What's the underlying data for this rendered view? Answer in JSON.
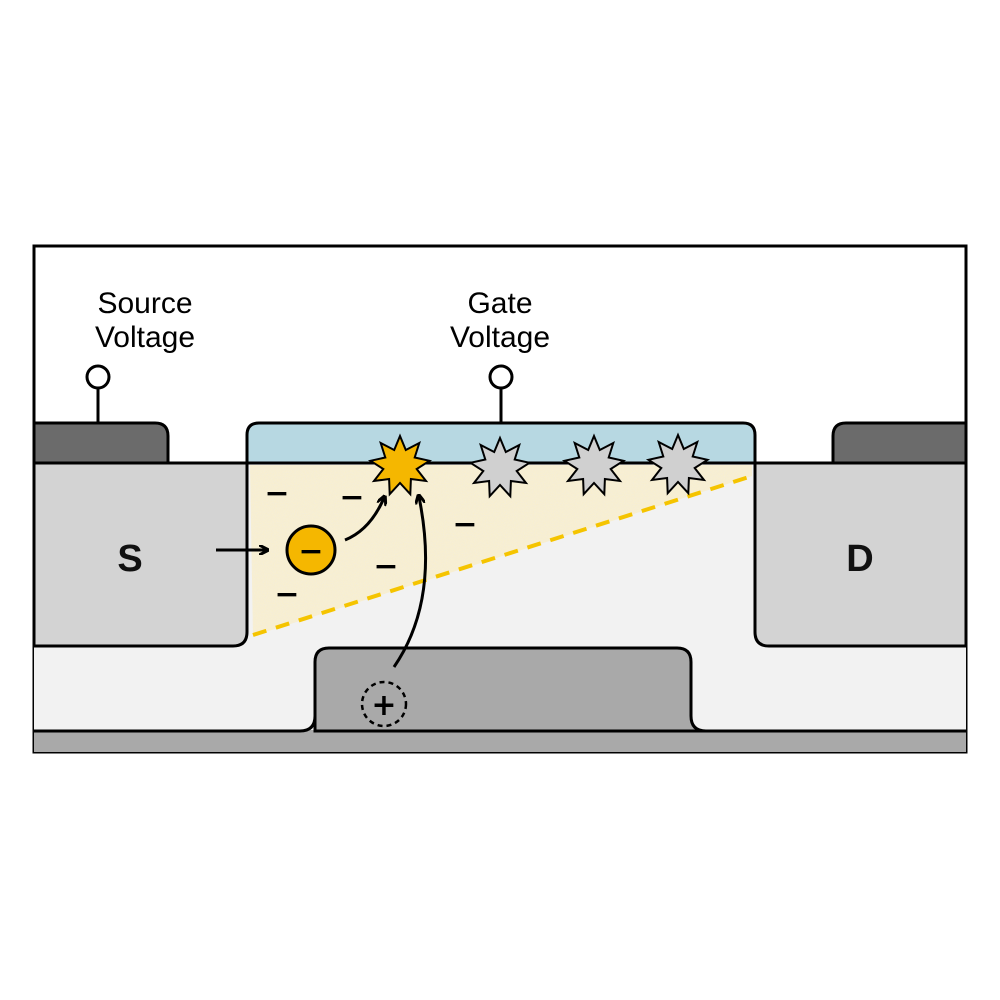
{
  "labels": {
    "source_voltage_line1": "Source",
    "source_voltage_line2": "Voltage",
    "gate_voltage_line1": "Gate",
    "gate_voltage_line2": "Voltage",
    "source_region": "S",
    "drain_region": "D"
  },
  "symbols": {
    "electron_sign": "−",
    "hole_sign": "+",
    "negative_charge": "−"
  },
  "icons": {
    "electron": "electron-icon",
    "hole": "hole-icon",
    "defect_active": "defect-burst-icon",
    "defect_inactive": "defect-burst-icon"
  },
  "colors": {
    "gate_oxide": "#b7d8e2",
    "contact_metal": "#6b6b6b",
    "source_drain": "#d3d3d3",
    "substrate_body": "#f2f2f2",
    "well": "#a9a9a9",
    "electron_fill": "#f5b700",
    "active_defect": "#f5b700",
    "inactive_defect": "#d0d0d0",
    "channel_glow": "#fbe7a6",
    "pinchoff_line": "#f5c400"
  }
}
